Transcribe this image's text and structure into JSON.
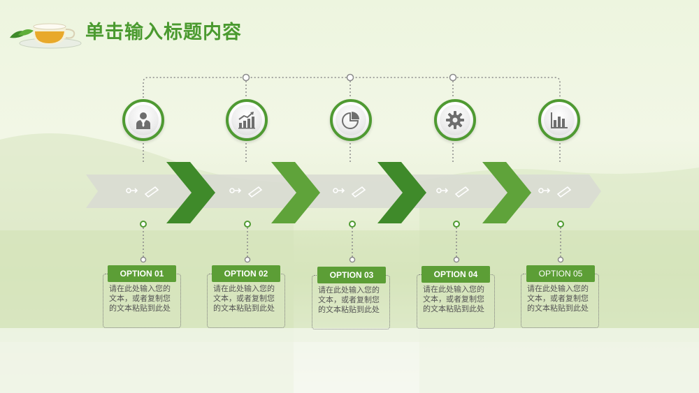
{
  "title": "单击输入标题内容",
  "colors": {
    "accent": "#4f9a32",
    "accent_dark": "#3f8a2a",
    "title": "#4a9a2f"
  },
  "options": [
    {
      "label": "OPTION 01",
      "text": "请在此处输入您的文本，或者复制您的文本粘贴到此处",
      "icon": "businessman-icon"
    },
    {
      "label": "OPTION 02",
      "text": "请在此处输入您的文本，或者复制您的文本粘贴到此处",
      "icon": "growth-bar-chart-icon"
    },
    {
      "label": "OPTION 03",
      "text": "请在此处输入您的文本，或者复制您的文本粘贴到此处",
      "icon": "pie-chart-icon"
    },
    {
      "label": "OPTION 04",
      "text": "请在此处输入您的文本，或者复制您的文本粘贴到此处",
      "icon": "gear-icon"
    },
    {
      "label": "OPTION 05",
      "text": "请在此处输入您的文本，或者复制您的文本粘贴到此处",
      "icon": "bar-chart-icon"
    }
  ]
}
